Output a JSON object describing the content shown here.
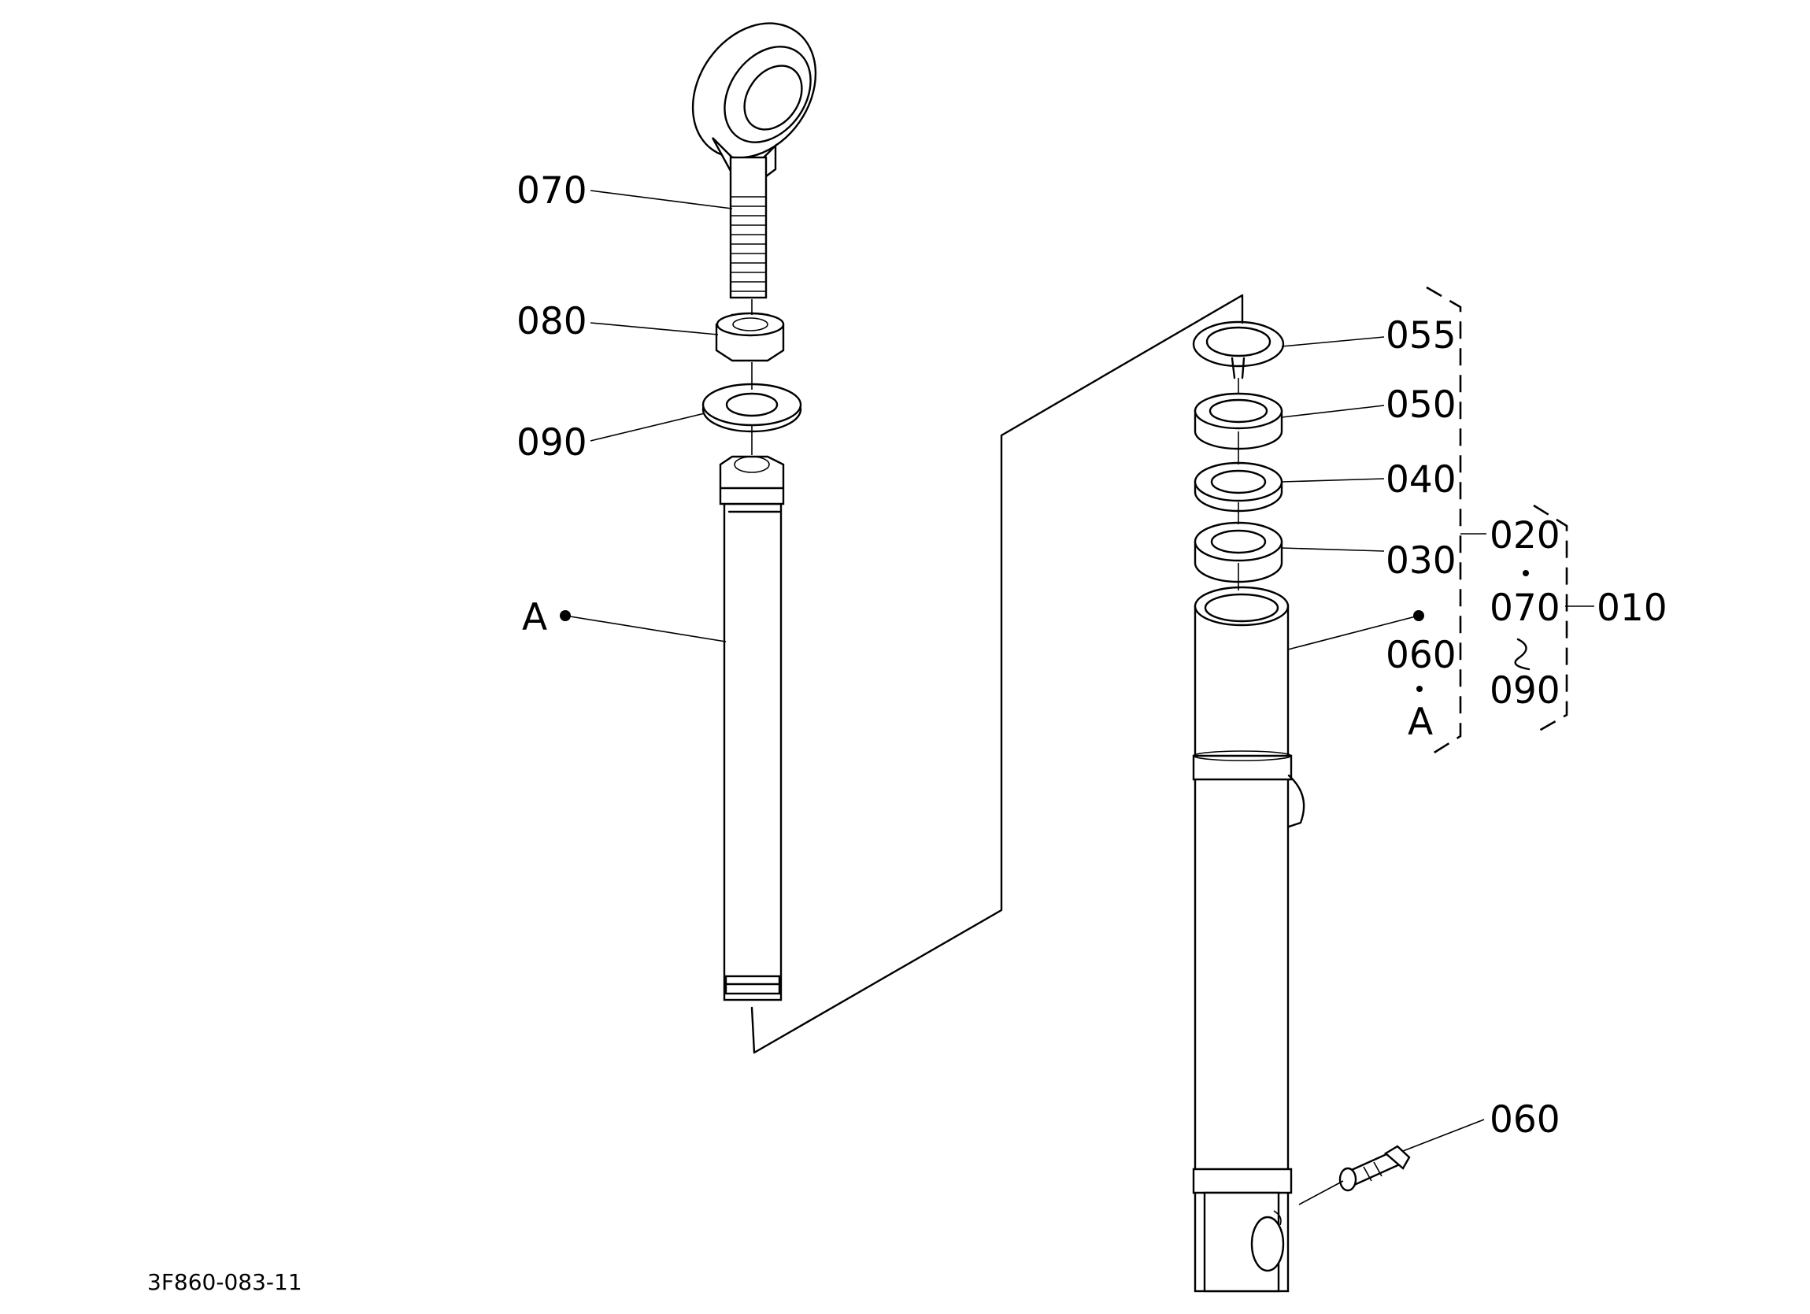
{
  "diagram_code": "3F860-083-11",
  "callouts": {
    "p070": "070",
    "p080": "080",
    "p090": "090",
    "pA_left": "A",
    "p055": "055",
    "p050": "050",
    "p040": "040",
    "p030": "030",
    "p060_ref": "060",
    "pA_ref": "A",
    "p020": "020",
    "p070_range": "070",
    "p090_range": "090",
    "p010": "010",
    "p060": "060"
  },
  "colors": {
    "line": "#000000",
    "background": "#ffffff"
  }
}
